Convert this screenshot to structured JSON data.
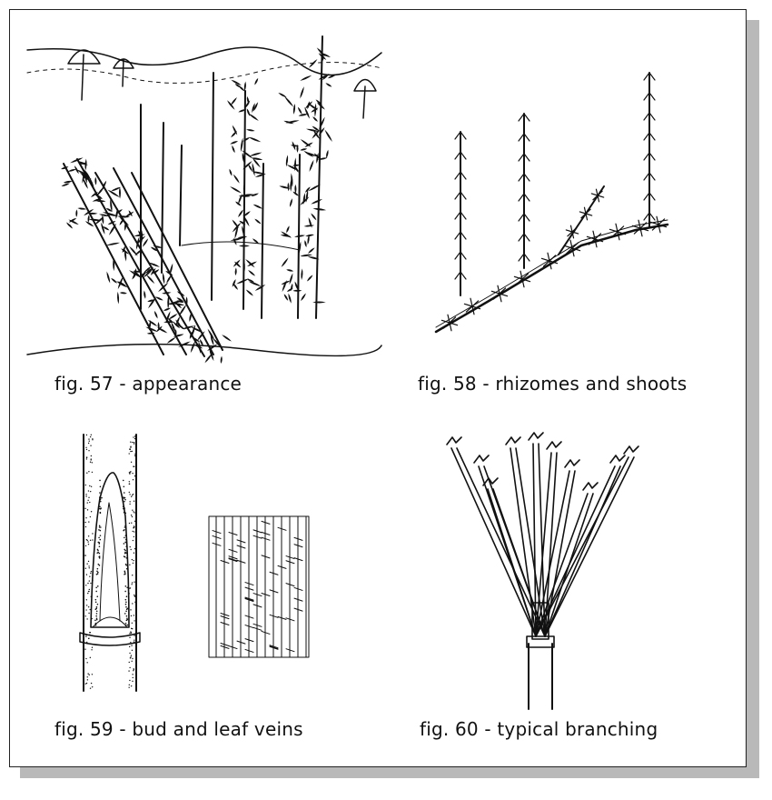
{
  "figures": [
    {
      "id": "fig57",
      "caption": "fig. 57 - appearance"
    },
    {
      "id": "fig58",
      "caption": "fig. 58 - rhizomes and shoots"
    },
    {
      "id": "fig59",
      "caption": "fig. 59 - bud and leaf veins"
    },
    {
      "id": "fig60",
      "caption": "fig. 60 - typical branching"
    }
  ],
  "colors": {
    "ink": "#111111",
    "shadow": "#b9b9b9",
    "background": "#ffffff"
  }
}
